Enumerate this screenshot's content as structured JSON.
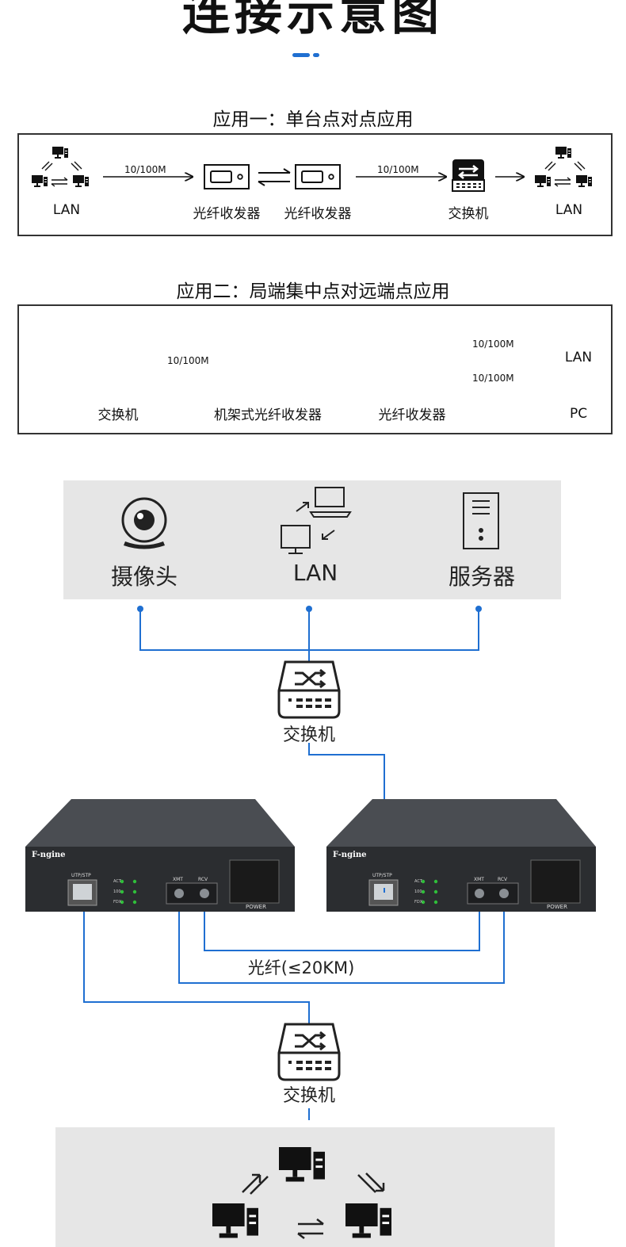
{
  "page": {
    "title": "连接示意图"
  },
  "app1": {
    "heading": "应用一：单台点对点应用",
    "speed_a": "10/100M",
    "speed_b": "10/100M",
    "lan_left": "LAN",
    "transceiver_a": "光纤收发器",
    "transceiver_b": "光纤收发器",
    "switch": "交换机",
    "lan_right": "LAN"
  },
  "app2": {
    "heading": "应用二：局端集中点对远端点应用",
    "switch": "交换机",
    "speed_a": "10/100M",
    "rack": "机架式光纤收发器",
    "transceiver": "光纤收发器",
    "speed_b": "10/100M",
    "speed_c": "10/100M",
    "lan": "LAN",
    "pc": "PC"
  },
  "topology": {
    "camera": "摄像头",
    "lan": "LAN",
    "server": "服务器",
    "switch_top": "交换机",
    "fiber": "光纤(≤20KM)",
    "switch_bottom": "交换机",
    "device_brand": "F-ngine",
    "port_utp": "UTP/STP",
    "port_xmt": "XMT",
    "port_rcv": "RCV",
    "power": "POWER",
    "led_act": "ACT",
    "led_100": "100",
    "led_fdx": "FDX"
  },
  "colors": {
    "accent": "#1f6fd1",
    "line": "#1f6fd1",
    "dark": "#1a1a1a"
  }
}
